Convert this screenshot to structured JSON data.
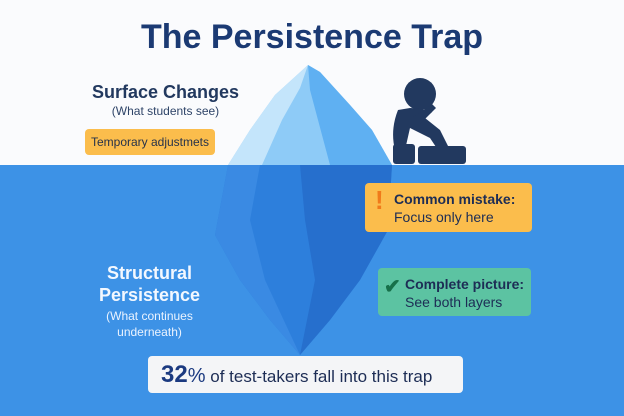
{
  "title": "The Persistence Trap",
  "surface": {
    "heading": "Surface Changes",
    "subheading": "(What students see)",
    "tag": "Temporary adjustmets"
  },
  "structural": {
    "heading_line1": "Structural",
    "heading_line2": "Persistence",
    "sub_line1": "(What continues",
    "sub_line2": "underneath)"
  },
  "mistake": {
    "icon": "!",
    "title": "Common mistake:",
    "text": "Focus only here"
  },
  "complete": {
    "icon": "✔",
    "title": "Complete picture:",
    "text": "See both layers"
  },
  "stat": {
    "value": "32",
    "unit": "%",
    "text": "of test-takers fall into this trap"
  },
  "colors": {
    "water": "#3d92e6",
    "accent": "#fbbd4c",
    "green": "#5cc3a2",
    "navy": "#1b3a73"
  }
}
